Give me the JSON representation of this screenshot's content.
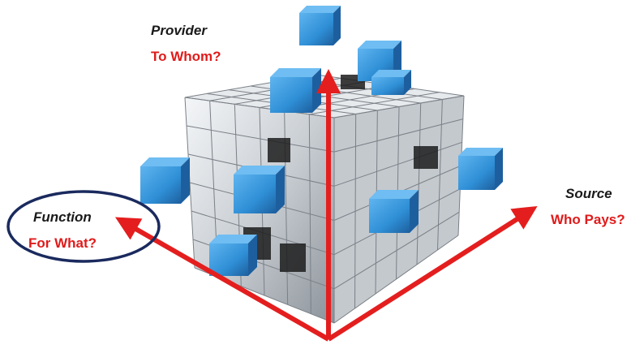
{
  "colors": {
    "arrow": "#e41e1e",
    "cube_blue": "#2f8fd6",
    "cube_blue_dark": "#1d5f9e",
    "cube_silver": "#d4d8dc",
    "cube_dark": "#1c1c1c",
    "ellipse": "#1a2a5e",
    "title_text": "#1a1a1a",
    "question_text": "#e01b1b"
  },
  "axes": {
    "provider": {
      "title": "Provider",
      "question": "To Whom?"
    },
    "function": {
      "title": "Function",
      "question": "For What?",
      "circled": true
    },
    "source": {
      "title": "Source",
      "question": "Who Pays?"
    }
  },
  "graphic": {
    "subject": "cube-of-blocks",
    "style": "3d-silver-with-blue-blocks"
  }
}
